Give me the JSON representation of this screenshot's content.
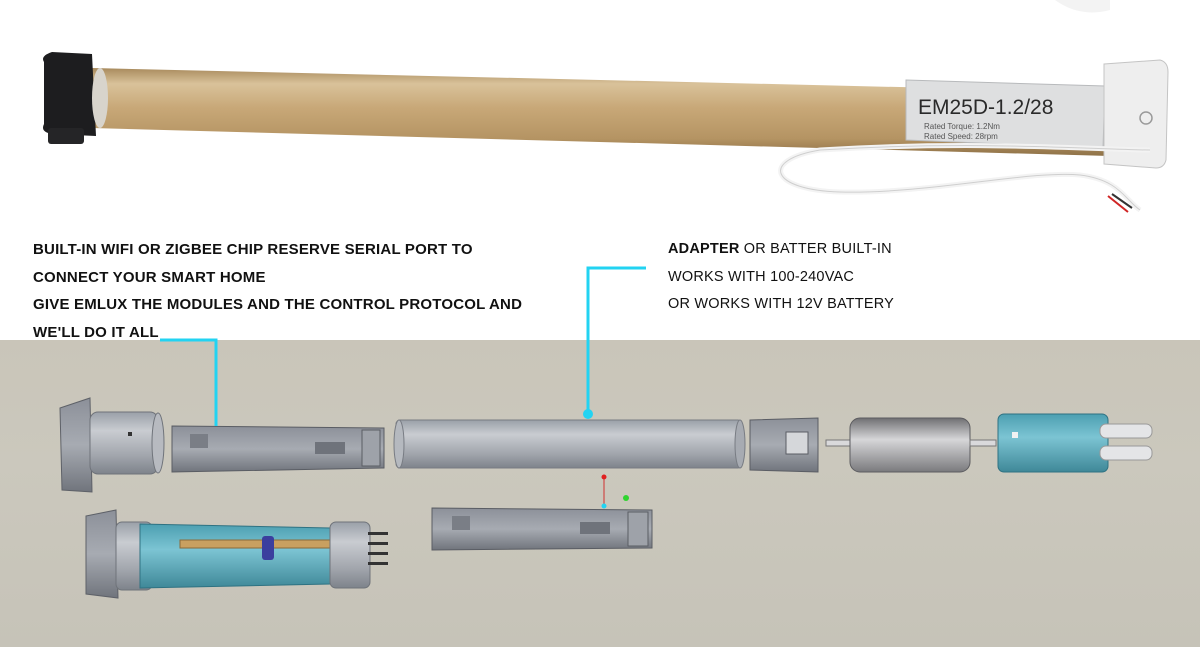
{
  "product_label": {
    "model": "EM25D-1.2/28",
    "spec_line_1": "Rated Torque: 1.2Nm",
    "spec_line_2": "Rated Speed: 28rpm"
  },
  "callout_left": {
    "lines": [
      "BUILT-IN WIFI OR ZIGBEE CHIP RESERVE SERIAL PORT TO",
      "CONNECT YOUR SMART HOME",
      "GIVE EMLUX THE MODULES AND THE CONTROL PROTOCOL AND",
      "WE'LL DO IT ALL"
    ]
  },
  "callout_right": {
    "line1_bold": "ADAPTER",
    "line1_rest": " OR BATTER BUILT-IN",
    "line2": "WORKS WITH  100-240VAC",
    "line3": "OR WORKS WITH 12V BATTERY"
  },
  "colors": {
    "leader_line": "#22d3f2",
    "tube_gold": "#c9a877",
    "part_grey": "#8a8e96",
    "part_teal": "#5fb3c4",
    "background_bottom": "#c9c5b9"
  }
}
